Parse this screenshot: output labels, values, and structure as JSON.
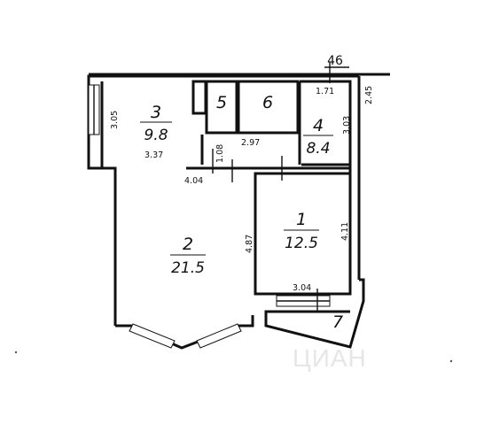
{
  "plan_id": "46",
  "rooms": [
    {
      "number": "1",
      "area": "12.5"
    },
    {
      "number": "2",
      "area": "21.5"
    },
    {
      "number": "3",
      "area": "9.8"
    },
    {
      "number": "4",
      "area": "8.4"
    },
    {
      "number": "5",
      "area": ""
    },
    {
      "number": "6",
      "area": ""
    },
    {
      "number": "7",
      "area": ""
    }
  ],
  "dimensions": [
    "3.05",
    "3.37",
    "1.08",
    "2.97",
    "3.03",
    "1.71",
    "2.45",
    "4.04",
    "4.87",
    "4.11",
    "3.04"
  ],
  "watermark": "ЦИАН"
}
